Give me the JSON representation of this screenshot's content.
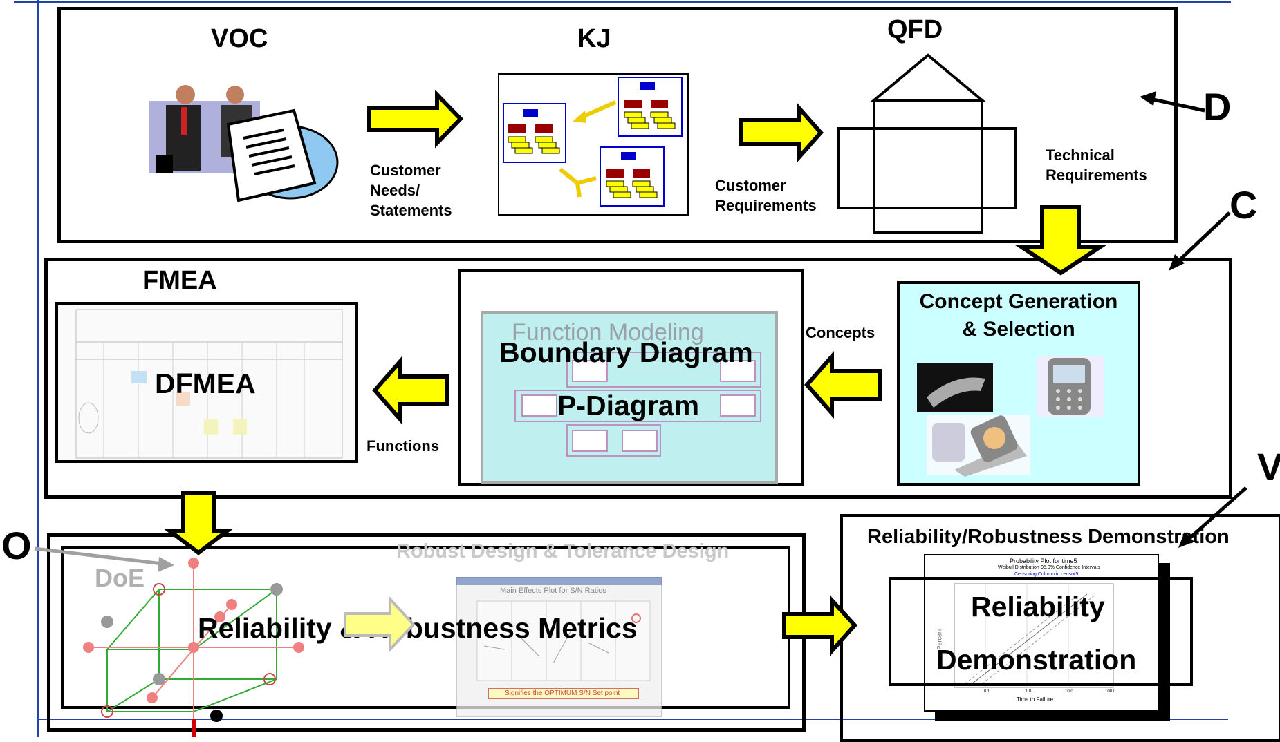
{
  "top": {
    "voc": "VOC",
    "kj": "KJ",
    "qfd": "QFD",
    "customer_needs": "Customer\nNeeds/\nStatements",
    "customer_requirements": "Customer\nRequirements",
    "technical_requirements": "Technical\nRequirements"
  },
  "middle": {
    "fmea": "FMEA",
    "dfmea": "DFMEA",
    "functions": "Functions",
    "function_modeling": "Function Modeling",
    "boundary_diagram": "Boundary Diagram",
    "p_diagram": "P-Diagram",
    "concepts": "Concepts",
    "concept_generation": "Concept Generation\n& Selection"
  },
  "bottom": {
    "doe": "DoE",
    "robust_design": "Robust Design & Tolerance Design",
    "metrics": "Reliability & Robustness Metrics",
    "reliability_robustness_demo": "Reliability/Robustness Demonstration",
    "reliability": "Reliability",
    "demonstration": "Demonstration",
    "main_effects_title": "Main Effects Plot for S/N Ratios",
    "optimum_note": "Signifies the OPTIMUM S/N Set point",
    "probability_plot_title": "Probability Plot for time5",
    "probability_plot_sub1": "Weibull Distribution-95.0% Confidence Intervals",
    "probability_plot_sub2": "Censoring Column in censor5",
    "time_to_failure": "Time to Failure",
    "percent": "Percent",
    "x_ticks": [
      "0.1",
      "1.0",
      "10.0",
      "100.0"
    ]
  },
  "letters": {
    "d": "D",
    "c": "C",
    "v": "V",
    "o": "O"
  },
  "colors": {
    "arrow_fill": "#ffff00",
    "kj_blue": "#0000cc",
    "kj_red": "#990000",
    "kj_yellow": "#ffff00",
    "concept_bg": "#ccffff",
    "function_bg": "#bfefef",
    "blue_frame": "#2244aa",
    "doe_pink": "#f08080",
    "doe_green": "#33aa33"
  },
  "icons": [
    "meeting-clipart-icon",
    "qfd-house-icon",
    "phone-image-icon"
  ]
}
